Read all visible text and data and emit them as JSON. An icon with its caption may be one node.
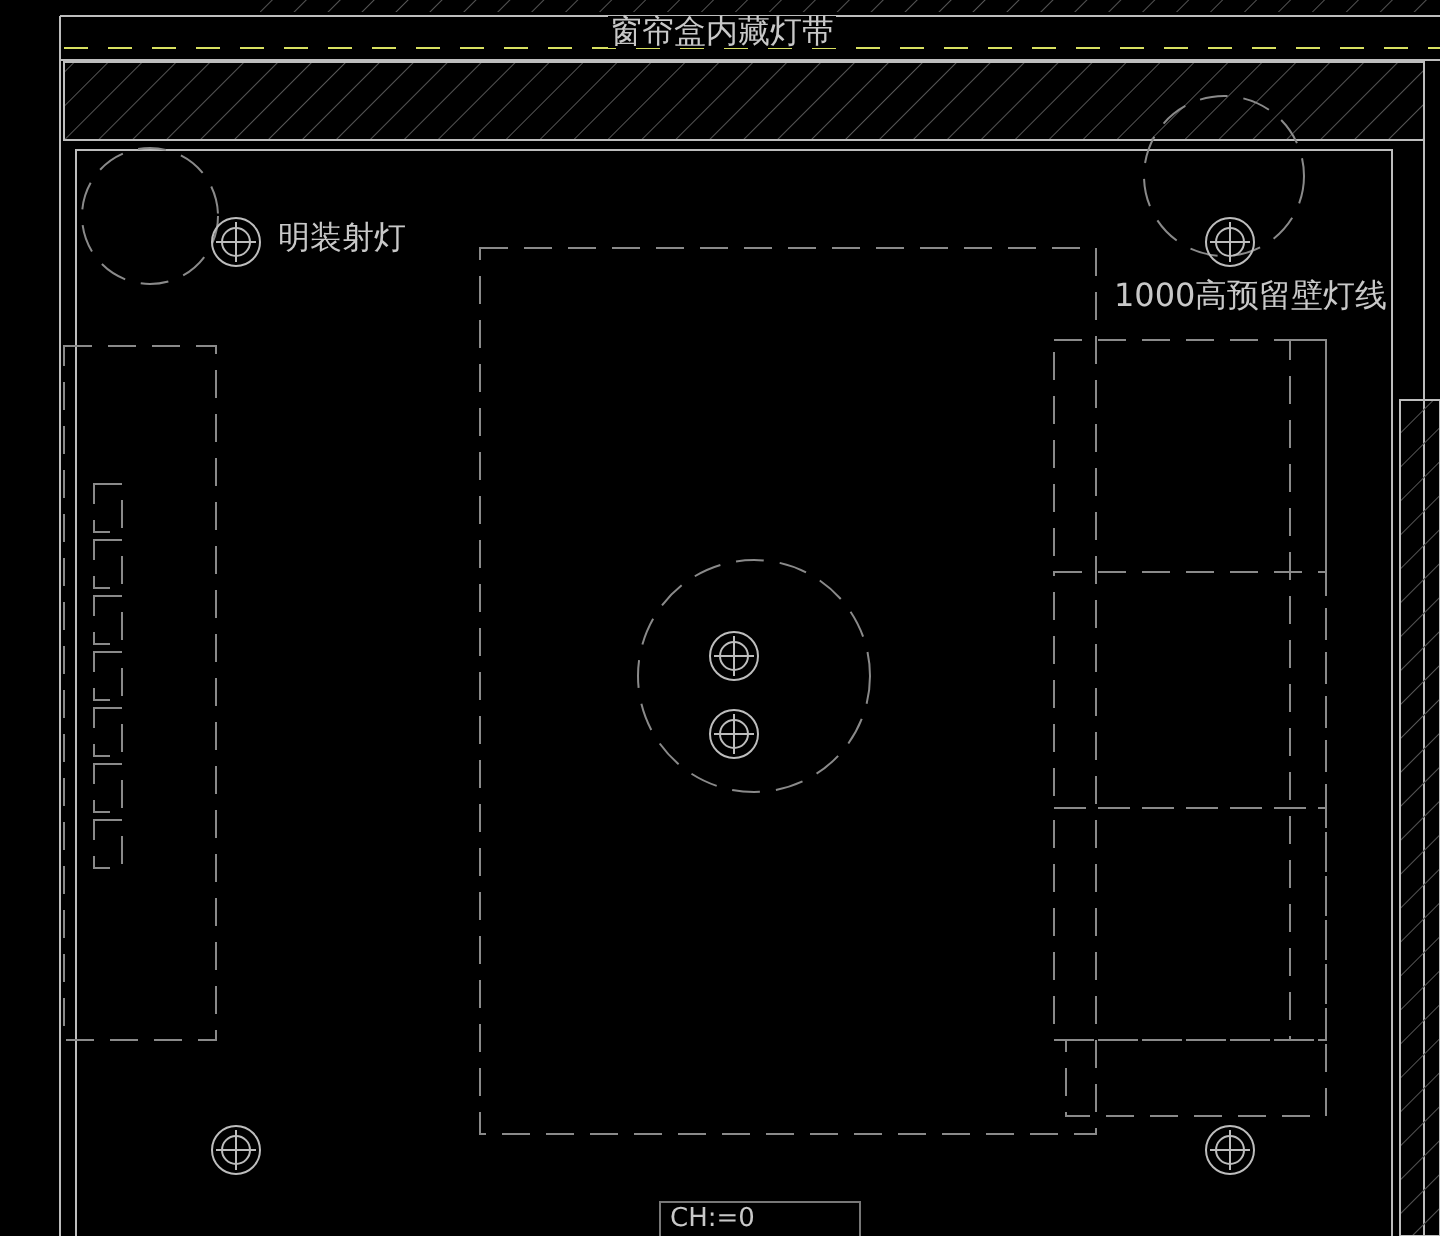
{
  "diagram": {
    "labels": [
      "窗帘盒内藏灯带",
      "明装射灯",
      "1000高预留壁灯线",
      "CH:=0"
    ]
  }
}
